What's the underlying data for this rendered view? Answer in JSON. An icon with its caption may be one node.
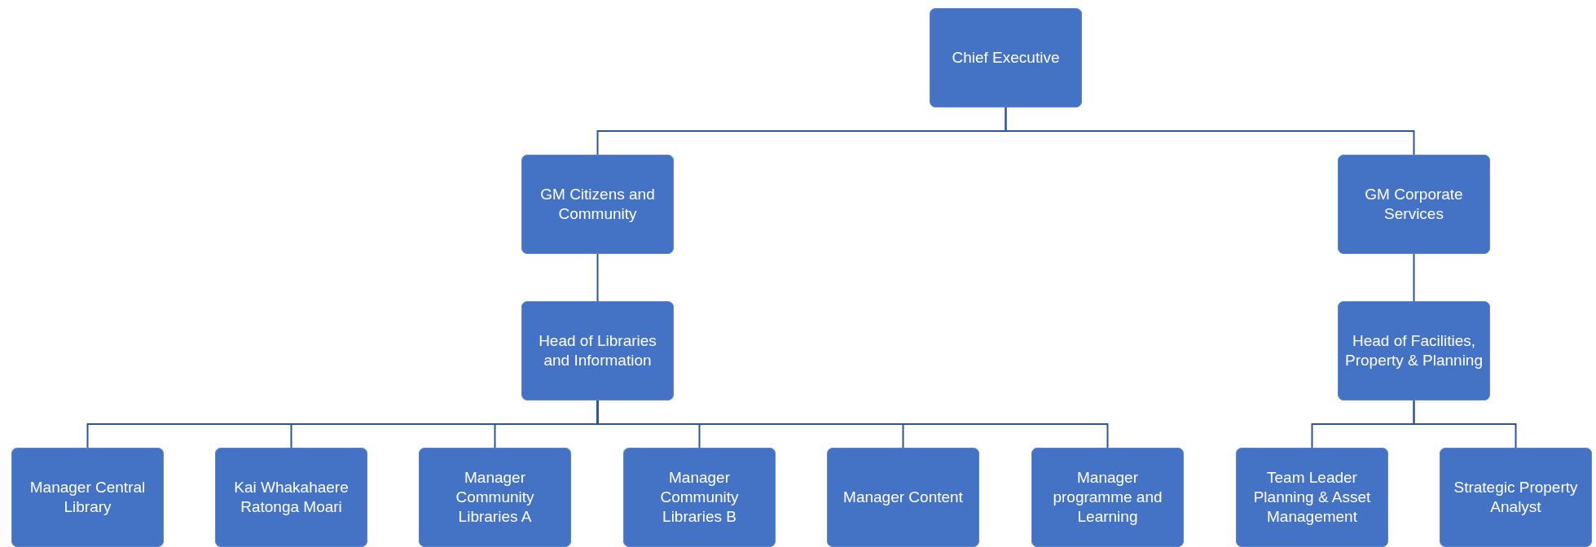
{
  "diagram": {
    "nodes": [
      {
        "text": [
          "Chief Executive"
        ]
      },
      {
        "text": [
          "GM Citizens and Community"
        ]
      },
      {
        "text": [
          "GM Corporate Services"
        ]
      },
      {
        "text": [
          "Head of Libraries and Information"
        ]
      },
      {
        "text": [
          "Head of Facilities, Property & Planning"
        ]
      },
      {
        "text": [
          "Manager Central Library"
        ]
      },
      {
        "text": [
          "Kai Whakahaere Ratonga Moari"
        ]
      },
      {
        "text": [
          "Manager Community Libraries A"
        ]
      },
      {
        "text": [
          "Manager Community Libraries B"
        ]
      },
      {
        "text": [
          "Manager Content"
        ]
      },
      {
        "text": [
          "Manager programme and Learning"
        ]
      },
      {
        "text": [
          "Team Leader Planning & Asset Management"
        ]
      },
      {
        "text": [
          "Strategic Property Analyst"
        ]
      }
    ],
    "edges": [
      {
        "from": 0,
        "to": 1,
        "arrow": "none"
      },
      {
        "from": 0,
        "to": 2,
        "arrow": "none"
      },
      {
        "from": 1,
        "to": 3,
        "arrow": "none"
      },
      {
        "from": 2,
        "to": 4,
        "arrow": "none"
      },
      {
        "from": 3,
        "to": 5,
        "arrow": "none"
      },
      {
        "from": 3,
        "to": 6,
        "arrow": "none"
      },
      {
        "from": 3,
        "to": 7,
        "arrow": "none"
      },
      {
        "from": 3,
        "to": 8,
        "arrow": "none"
      },
      {
        "from": 3,
        "to": 9,
        "arrow": "none"
      },
      {
        "from": 3,
        "to": 10,
        "arrow": "none"
      },
      {
        "from": 4,
        "to": 11,
        "arrow": "none"
      },
      {
        "from": 4,
        "to": 12,
        "arrow": "none"
      }
    ]
  }
}
